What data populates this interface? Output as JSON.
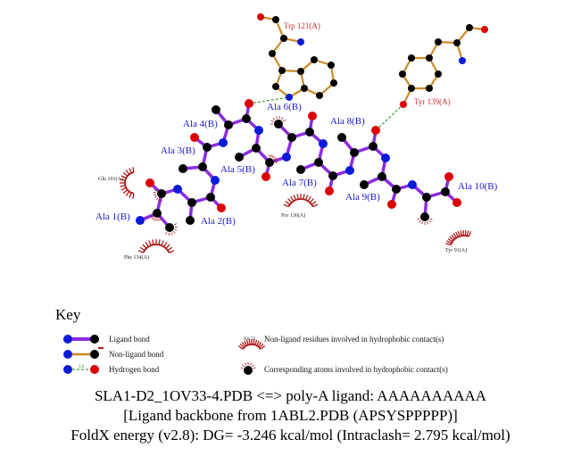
{
  "ligand_residues": [
    "Ala 1(B)",
    "Ala 2(B)",
    "Ala 3(B)",
    "Ala 4(B)",
    "Ala 5(B)",
    "Ala 6(B)",
    "Ala 7(B)",
    "Ala 8(B)",
    "Ala 9(B)",
    "Ala 10(B)"
  ],
  "hbond_residues": [
    "Trp 121(A)",
    "Tyr 139(A)"
  ],
  "hydrophobic_residues": [
    "Glu 101(A)",
    "Pro 136(A)",
    "Phe 134(A)",
    "Tyr 91(A)"
  ],
  "key": {
    "title": "Key",
    "ligand_bond": "Ligand bond",
    "non_ligand_bond": "Non-ligand bond",
    "hydrogen_bond": "Hydrogen bond",
    "hbond_distance": "3.0",
    "example_residue": "His 53",
    "hydrophobic_residues": "Non-ligand residues involved in hydrophobic contact(s)",
    "hydrophobic_atoms": "Corresponding atoms involved in hydrophobic contact(s)"
  },
  "caption": {
    "line1": "SLA1-D2_1OV33-4.PDB <=> poly-A ligand: AAAAAAAAAA",
    "line2": "[Ligand backbone from 1ABL2.PDB (APSYSPPPPP)]",
    "line3": "FoldX energy (v2.8): DG= -3.246 kcal/mol (Intraclash= 2.795 kcal/mol)"
  },
  "colors": {
    "ligand_bond": "#8a2be2",
    "non_ligand_bond": "#cc8a2a",
    "carbon": "#000000",
    "nitrogen": "#0a1ad8",
    "oxygen": "#dd0000",
    "hbond": "#1a8a1a",
    "hydrophobic": "#b01818"
  }
}
